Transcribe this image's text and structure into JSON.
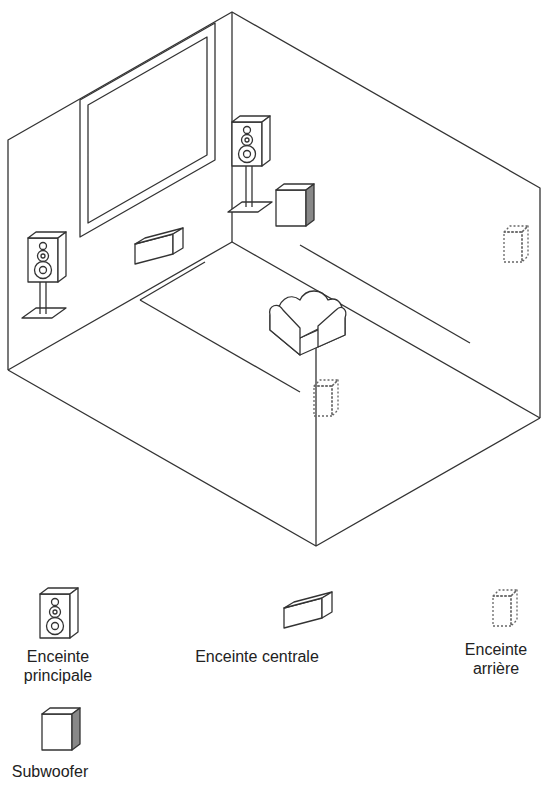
{
  "diagram": {
    "legend": [
      {
        "text": "Enceinte principale"
      },
      {
        "text": "Enceinte centrale"
      },
      {
        "text": "Enceinte arrière"
      },
      {
        "text": "Subwoofer"
      }
    ]
  }
}
